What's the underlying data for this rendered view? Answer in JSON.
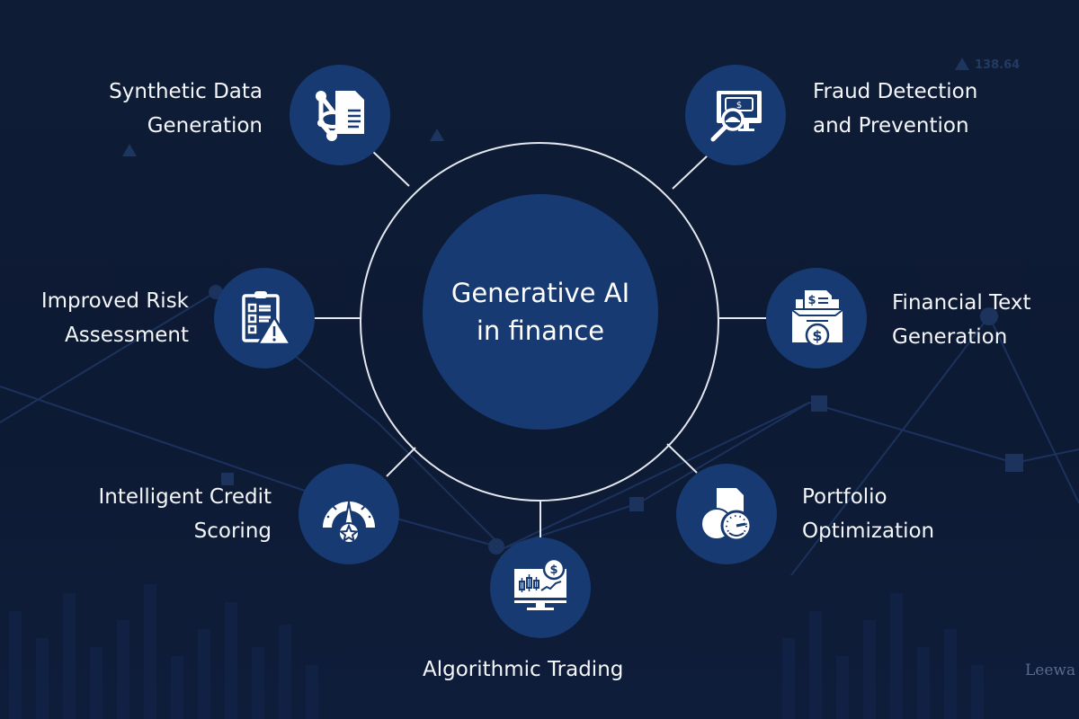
{
  "center": {
    "line1": "Generative AI",
    "line2": "in finance"
  },
  "nodes": [
    {
      "id": "synthetic-data",
      "line1": "Synthetic Data",
      "line2": "Generation",
      "icon": "network-document-icon"
    },
    {
      "id": "fraud-detection",
      "line1": "Fraud Detection",
      "line2": "and Prevention",
      "icon": "monitor-magnifier-icon"
    },
    {
      "id": "risk-assessment",
      "line1": "Improved Risk",
      "line2": "Assessment",
      "icon": "clipboard-warning-icon"
    },
    {
      "id": "financial-text",
      "line1": "Financial Text",
      "line2": "Generation",
      "icon": "document-tray-dollar-icon"
    },
    {
      "id": "credit-scoring",
      "line1": "Intelligent Credit",
      "line2": "Scoring",
      "icon": "gauge-star-icon"
    },
    {
      "id": "portfolio",
      "line1": "Portfolio",
      "line2": "Optimization",
      "icon": "pie-gauge-icon"
    },
    {
      "id": "algo-trading",
      "line1": "Algorithmic Trading",
      "icon": "monitor-candlestick-icon"
    }
  ],
  "background": {
    "ticker_top_right": "138.64"
  },
  "watermark": "Leewa",
  "colors": {
    "background": "#0f1c36",
    "node_fill": "#173a72",
    "ring": "#e4e8f0",
    "text": "#ffffff"
  }
}
